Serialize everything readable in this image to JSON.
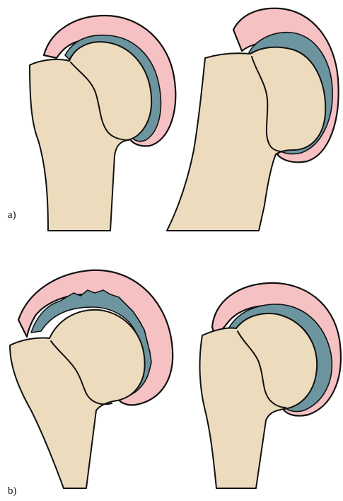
{
  "labels": {
    "a": "a)",
    "b": "b)"
  },
  "colors": {
    "bone": "#ecdcbd",
    "bursa": "#f6c1c3",
    "tendon": "#6d95a0",
    "outline": "#111111"
  },
  "figure": {
    "panels": [
      {
        "row": "a",
        "position": "left"
      },
      {
        "row": "a",
        "position": "right"
      },
      {
        "row": "b",
        "position": "left"
      },
      {
        "row": "b",
        "position": "right"
      }
    ]
  }
}
